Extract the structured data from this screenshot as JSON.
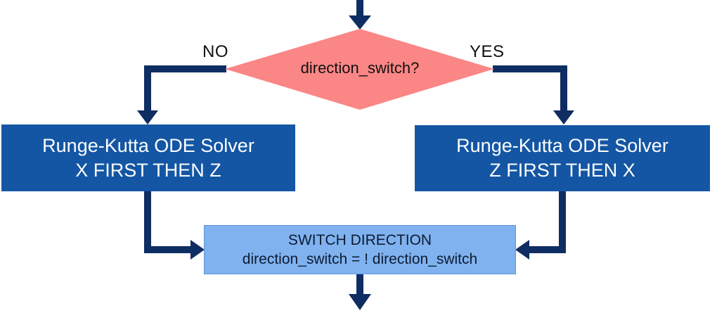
{
  "diagram": {
    "decision": {
      "label": "direction_switch?"
    },
    "branches": {
      "no": {
        "label": "NO"
      },
      "yes": {
        "label": "YES"
      }
    },
    "solver_left": {
      "line1": "Runge-Kutta ODE Solver",
      "line2": "X FIRST THEN Z"
    },
    "solver_right": {
      "line1": "Runge-Kutta ODE Solver",
      "line2": "Z FIRST THEN X"
    },
    "switch_box": {
      "line1": "SWITCH DIRECTION",
      "line2": "direction_switch = ! direction_switch"
    },
    "colors": {
      "arrow": "#0E2D62",
      "decision_fill": "#FB8686",
      "solver_fill": "#1456A4",
      "switch_fill": "#7FB2EF",
      "switch_border": "#5E95D8",
      "solver_text": "#FDFDFD",
      "label_text": "#111111",
      "switch_text": "#0E1B33"
    }
  }
}
